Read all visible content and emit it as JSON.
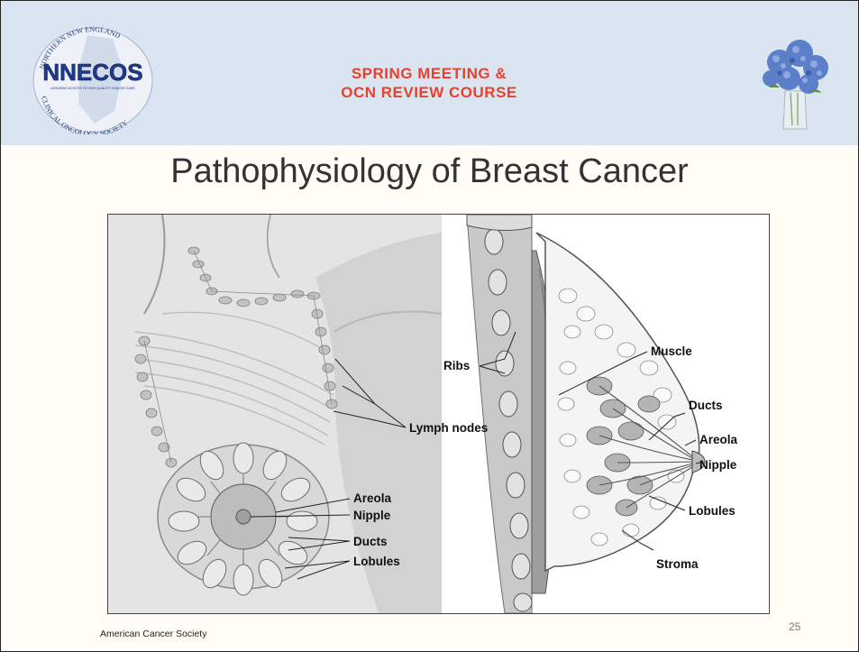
{
  "header": {
    "logo_text": "NNECOS",
    "logo_ring_top": "NORTHERN NEW ENGLAND",
    "logo_ring_bottom": "CLINICAL ONCOLOGY SOCIETY",
    "logo_tagline": "ASSURING ACCESS TO HIGH QUALITY CANCER CARE",
    "meeting_line1": "SPRING MEETING &",
    "meeting_line2": "OCN REVIEW COURSE"
  },
  "slide": {
    "title": "Pathophysiology of Breast Cancer",
    "source": "American Cancer Society",
    "page_number": "25"
  },
  "figure": {
    "labels": {
      "lymph_nodes": "Lymph nodes",
      "areola_front": "Areola",
      "nipple_front": "Nipple",
      "ducts_front": "Ducts",
      "lobules_front": "Lobules",
      "ribs": "Ribs",
      "muscle": "Muscle",
      "ducts_side": "Ducts",
      "areola_side": "Areola",
      "nipple_side": "Nipple",
      "lobules_side": "Lobules",
      "stroma": "Stroma"
    }
  },
  "colors": {
    "banner": "#dbe5f1",
    "meeting_text": "#e8412c",
    "logo_navy": "#1f3a8a"
  }
}
